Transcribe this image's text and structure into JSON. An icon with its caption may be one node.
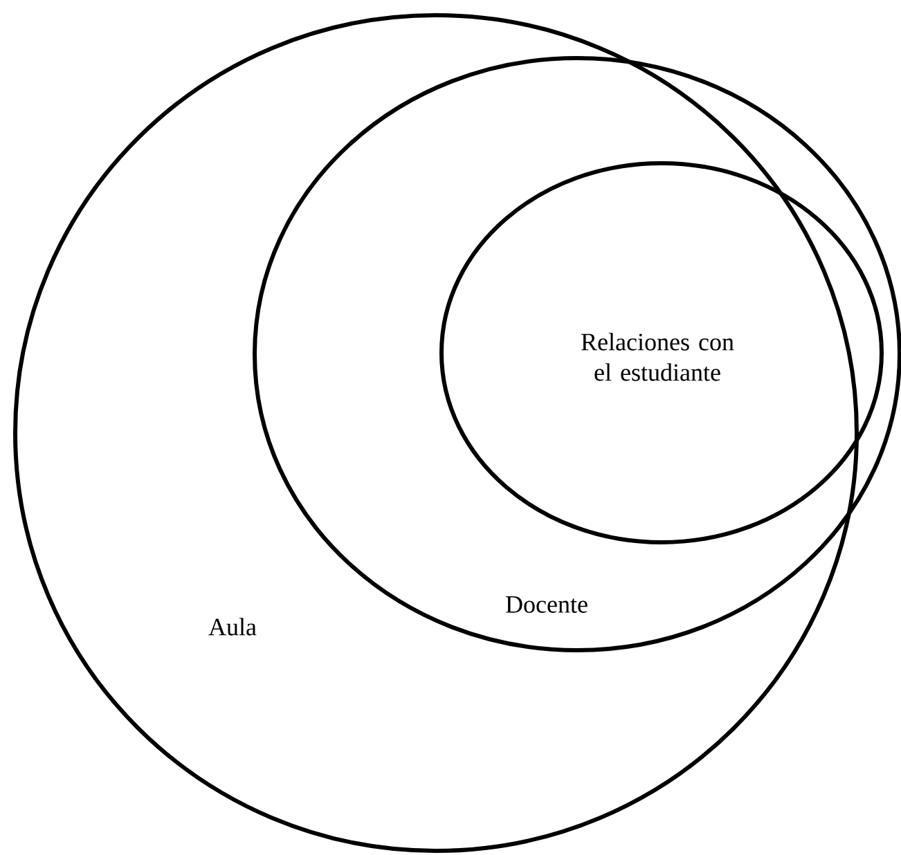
{
  "diagram": {
    "nodes": [
      {
        "text": [
          "Aula"
        ]
      },
      {
        "text": [
          "Docente"
        ]
      },
      {
        "text": [
          "Relaciones con el estudiante"
        ],
        "in": 1
      }
    ]
  }
}
